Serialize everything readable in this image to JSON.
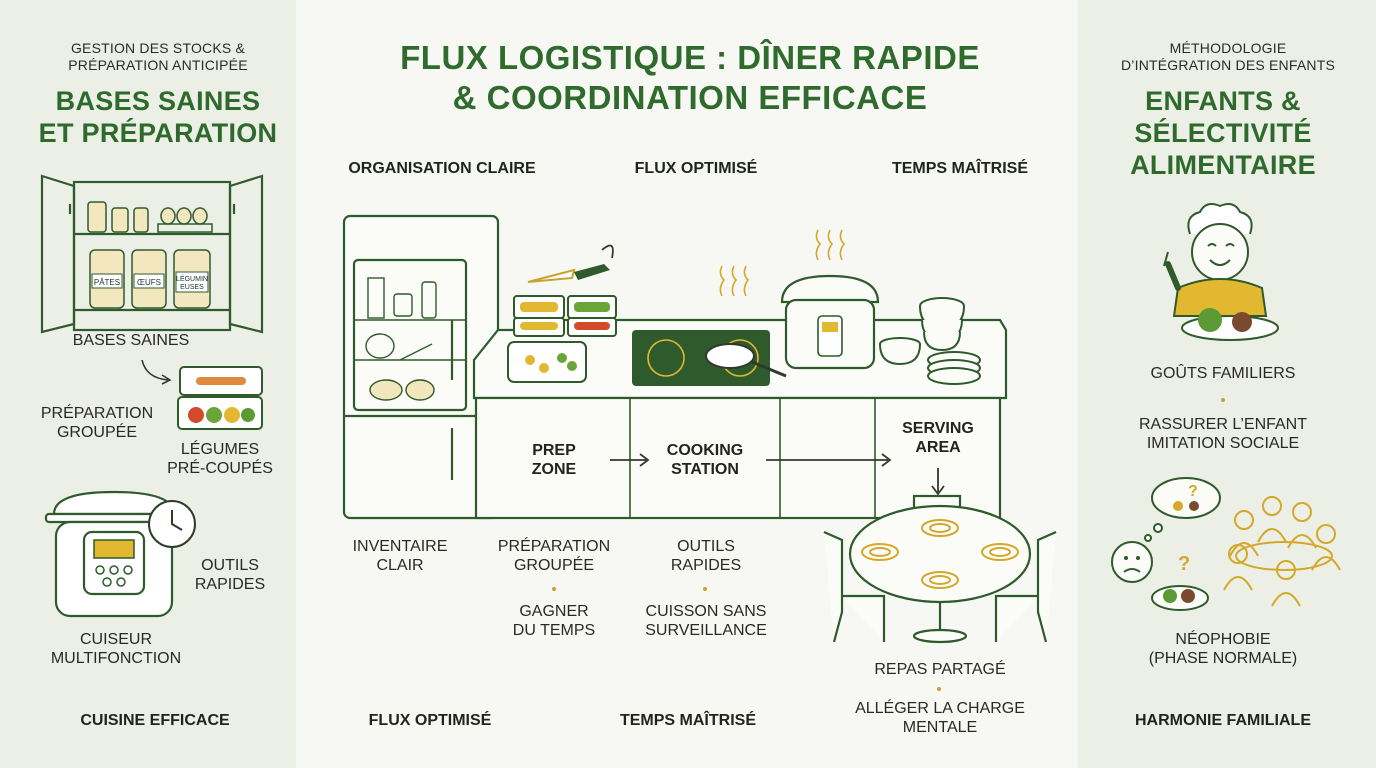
{
  "left": {
    "subtitle_line1": "GESTION DES STOCKS &",
    "subtitle_line2": "PRÉPARATION ANTICIPÉE",
    "heading_line1": "BASES SAINES",
    "heading_line2": "ET PRÉPARATION",
    "jar_labels": [
      "PÂTES",
      "ŒUFS",
      "LÉGUMINEUSES"
    ],
    "label_bases": "BASES SAINES",
    "label_prep_line1": "PRÉPARATION",
    "label_prep_line2": "GROUPÉE",
    "label_veg_line1": "LÉGUMES",
    "label_veg_line2": "PRÉ-COUPÉS",
    "label_tools_line1": "OUTILS",
    "label_tools_line2": "RAPIDES",
    "label_cooker_line1": "CUISEUR",
    "label_cooker_line2": "MULTIFONCTION",
    "footer": "CUISINE EFFICACE"
  },
  "center": {
    "title_line1": "FLUX LOGISTIQUE : DÎNER RAPIDE",
    "title_line2": "& COORDINATION EFFICACE",
    "top_labels": [
      "ORGANISATION CLAIRE",
      "FLUX OPTIMISÉ",
      "TEMPS MAÎTRISÉ"
    ],
    "zone_prep_line1": "PREP",
    "zone_prep_line2": "ZONE",
    "zone_cook_line1": "COOKING",
    "zone_cook_line2": "STATION",
    "zone_serve_line1": "SERVING",
    "zone_serve_line2": "AREA",
    "inventory_line1": "INVENTAIRE",
    "inventory_line2": "CLAIR",
    "prep_line1": "PRÉPARATION",
    "prep_line2": "GROUPÉE",
    "save_time_line1": "GAGNER",
    "save_time_line2": "DU TEMPS",
    "tools_line1": "OUTILS",
    "tools_line2": "RAPIDES",
    "cook_line1": "CUISSON SANS",
    "cook_line2": "SURVEILLANCE",
    "shared_meal": "REPAS PARTAGÉ",
    "mental_line1": "ALLÉGER LA CHARGE",
    "mental_line2": "MENTALE",
    "footer_left": "FLUX OPTIMISÉ",
    "footer_right": "TEMPS MAÎTRISÉ"
  },
  "right": {
    "subtitle_line1": "MÉTHODOLOGIE",
    "subtitle_line2": "D’INTÉGRATION DES ENFANTS",
    "heading_line1": "ENFANTS &",
    "heading_line2": "SÉLECTIVITÉ",
    "heading_line3": "ALIMENTAIRE",
    "familiar": "GOÛTS FAMILIERS",
    "reassure_line1": "RASSURER L’ENFANT",
    "reassure_line2": "IMITATION SOCIALE",
    "neo_line1": "NÉOPHOBIE",
    "neo_line2": "(PHASE NORMALE)",
    "footer": "HARMONIE FAMILIALE"
  },
  "colors": {
    "green_dark": "#2e6a2c",
    "green_line": "#2f5a2c",
    "gold": "#d4a82a",
    "panel_bg": "#ecefe6",
    "center_bg": "#f7f8f4"
  }
}
